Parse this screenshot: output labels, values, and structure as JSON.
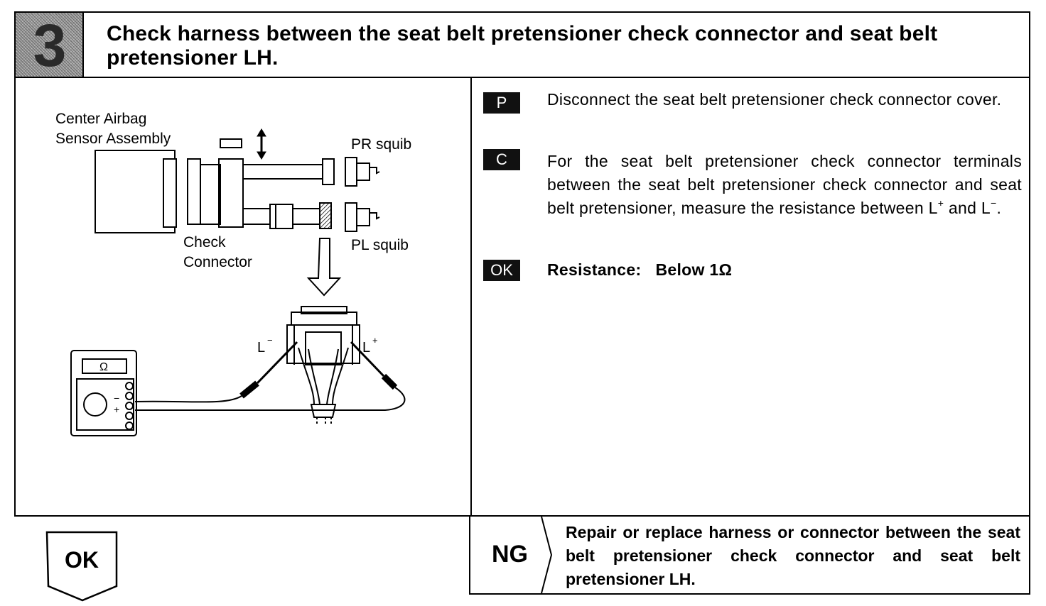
{
  "header": {
    "step_number": "3",
    "title": "Check harness between the seat belt pretensioner check connector and seat belt pretensioner LH."
  },
  "diagram": {
    "labels": {
      "center_airbag_line1": "Center Airbag",
      "center_airbag_line2": "Sensor Assembly",
      "pr_squib": "PR squib",
      "pl_squib": "PL squib",
      "check_line1": "Check",
      "check_line2": "Connector",
      "l_minus": "L",
      "l_plus": "L",
      "ohm": "Ω",
      "meter_minus": "−",
      "meter_plus": "+"
    }
  },
  "instructions": [
    {
      "tag": "P",
      "text": "Disconnect the seat belt pretensioner check connector cover."
    },
    {
      "tag": "C",
      "text_before": "For the seat belt pretensioner check connector terminals between the seat belt pretensioner check connector and seat belt pretensioner, measure the resistance between L",
      "sup1": "+",
      "text_middle": " and L",
      "sup2": "−",
      "text_after": "."
    },
    {
      "tag": "OK",
      "text": "Resistance:   Below 1Ω"
    }
  ],
  "ok_arrow": {
    "label": "OK"
  },
  "ng": {
    "label": "NG",
    "text": "Repair or replace harness or connector between the seat belt pretensioner check connector and seat belt pretensioner LH."
  },
  "colors": {
    "ink": "#000000",
    "tag_bg": "#111111",
    "step_bg": "#9a9a9a"
  }
}
